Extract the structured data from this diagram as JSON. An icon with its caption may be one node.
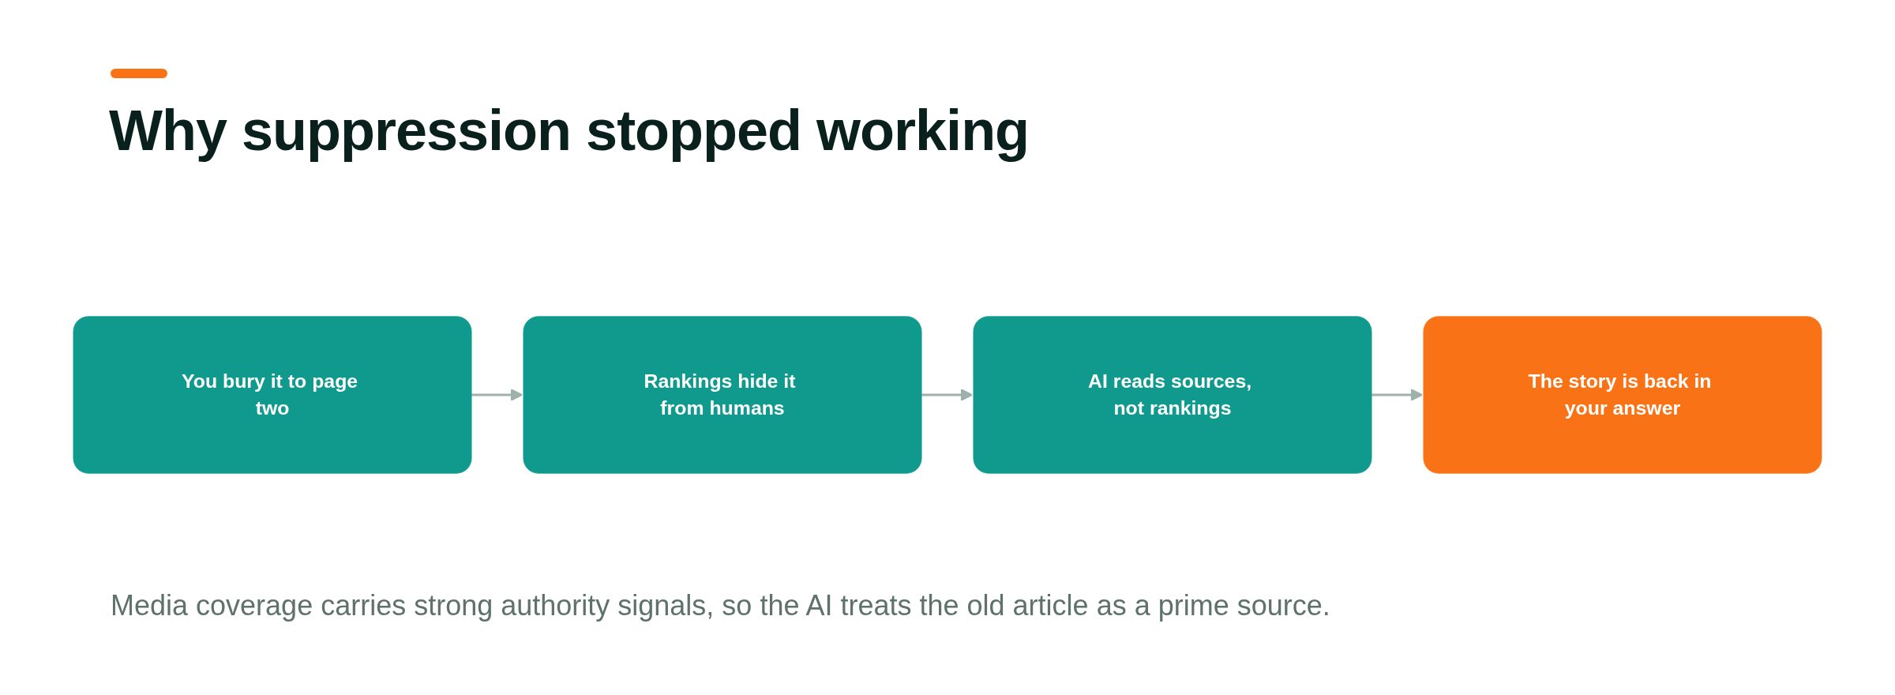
{
  "diagram": {
    "title": "Why suppression stopped working",
    "nodes": [
      {
        "text": [
          "You bury it to page two"
        ]
      },
      {
        "text": [
          "Rankings hide it from humans"
        ]
      },
      {
        "text": [
          "AI reads sources, not rankings"
        ]
      },
      {
        "text": [
          "The story is back in your answer"
        ]
      }
    ],
    "edges": [
      {
        "from": 0,
        "to": 1,
        "arrow": "to"
      },
      {
        "from": 1,
        "to": 2,
        "arrow": "to"
      },
      {
        "from": 2,
        "to": 3,
        "arrow": "to"
      }
    ],
    "caption": "Media coverage carries strong authority signals, so the AI treats the old article as a prime source."
  }
}
